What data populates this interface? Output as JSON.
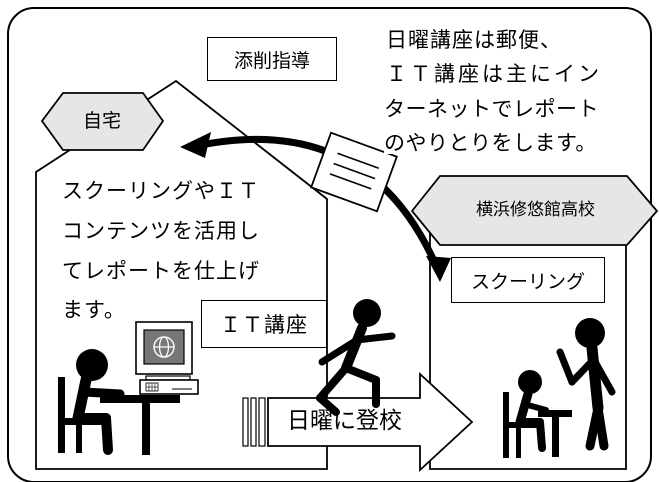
{
  "labels": {
    "tensaku": "添削指導",
    "note": [
      "日曜講座は郵便、",
      "ＩＴ講座は主にイン",
      "ターネットでレポート",
      "のやりとりをします。"
    ],
    "home": "自宅",
    "school": "横浜修悠館高校",
    "home_text": [
      "スクーリングやＩＴ",
      "コンテンツを活用し",
      "てレポートを仕上げ",
      "ます。"
    ],
    "it_course": "ＩＴ講座",
    "schooling": "スクーリング",
    "sunday": "日曜に登校"
  },
  "colors": {
    "hex_fill": "#e6e6e6",
    "stroke": "#000000",
    "background": "#ffffff"
  },
  "icons": [
    "computer-icon",
    "seated-student-icon",
    "walking-person-icon",
    "teacher-icon",
    "report-paper-icon"
  ]
}
